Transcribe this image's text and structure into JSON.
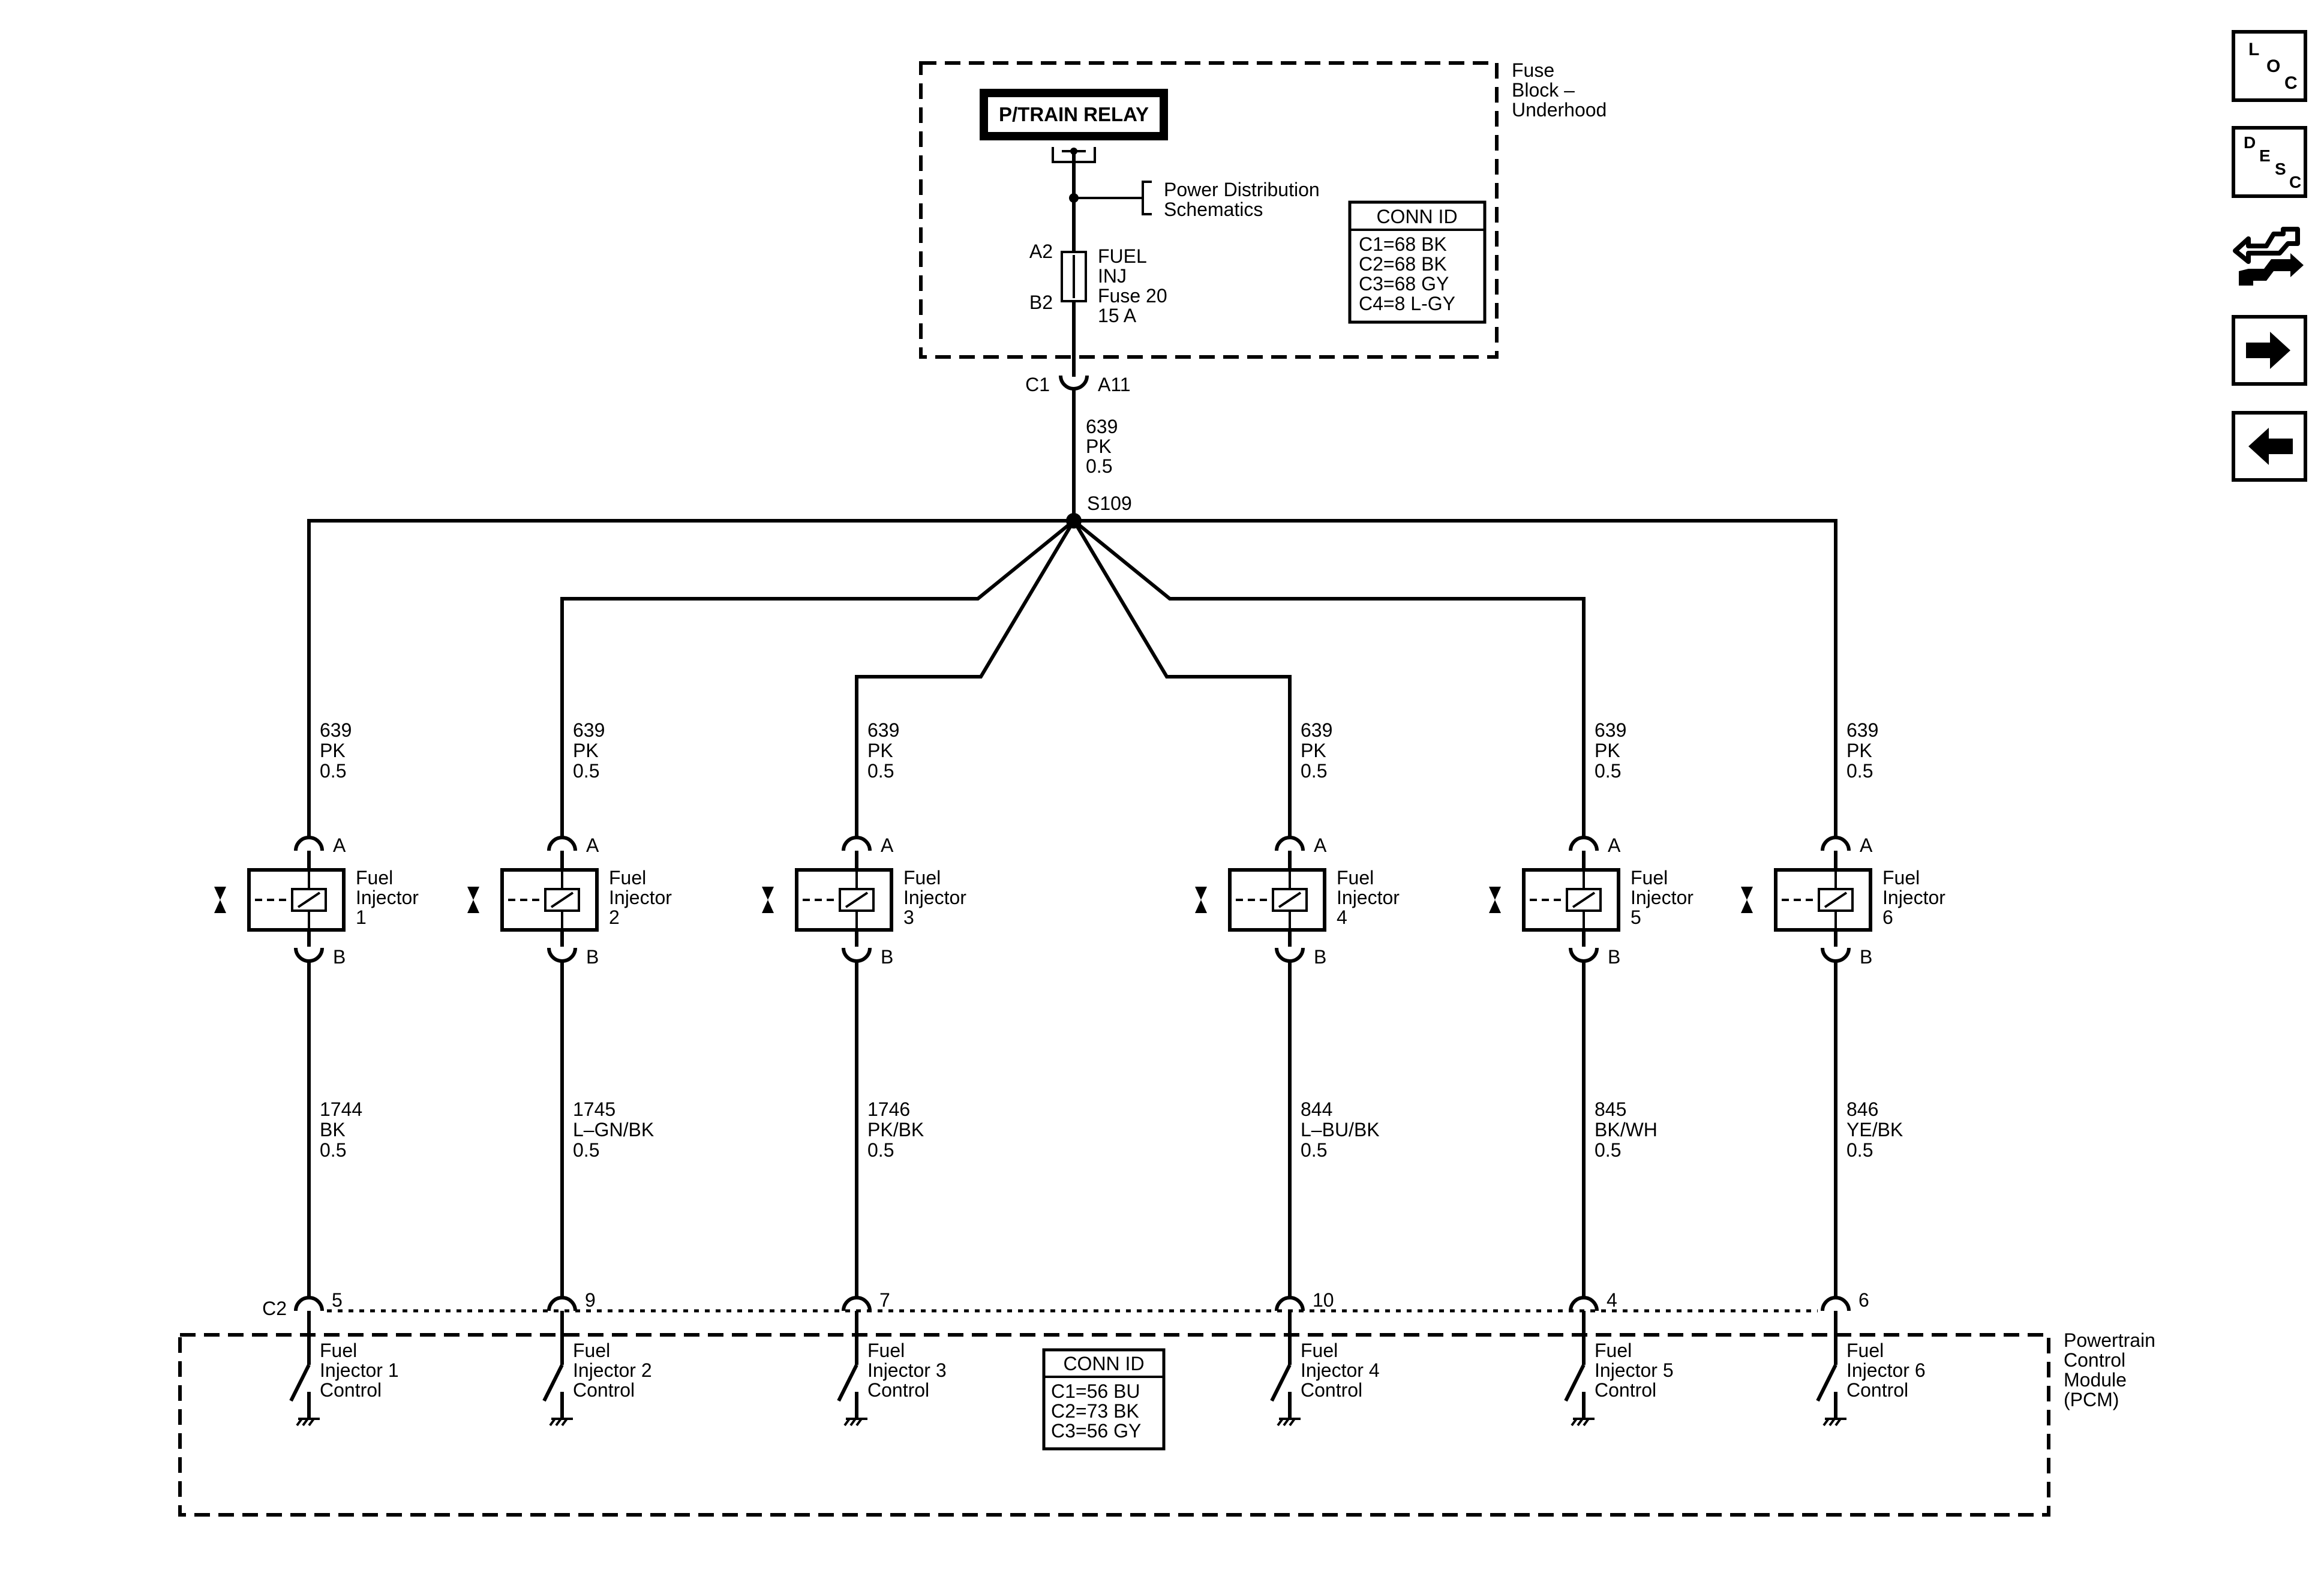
{
  "fuse_block": {
    "title": [
      "Fuse",
      "Block –",
      "Underhood"
    ],
    "relay": "P/TRAIN RELAY",
    "power_dist": [
      "Power Distribution",
      "Schematics"
    ],
    "fuse_pin_top": "A2",
    "fuse_pin_bottom": "B2",
    "fuse_label": [
      "FUEL",
      "INJ",
      "Fuse 20",
      "15 A"
    ],
    "conn_id_title": "CONN ID",
    "conn_id_rows": [
      "C1=68 BK",
      "C2=68 BK",
      "C3=68 GY",
      "C4=8 L-GY"
    ]
  },
  "feed": {
    "connector": "C1",
    "pin": "A11",
    "wire": [
      "639",
      "PK",
      "0.5"
    ],
    "splice": "S109"
  },
  "injectors": [
    {
      "name": [
        "Fuel",
        "Injector",
        "1"
      ],
      "feed_wire": [
        "639",
        "PK",
        "0.5"
      ],
      "pin_a": "A",
      "pin_b": "B",
      "ctrl_wire": [
        "1744",
        "BK",
        "0.5"
      ],
      "pcm_pin": "5",
      "control": [
        "Fuel",
        "Injector 1",
        "Control"
      ]
    },
    {
      "name": [
        "Fuel",
        "Injector",
        "2"
      ],
      "feed_wire": [
        "639",
        "PK",
        "0.5"
      ],
      "pin_a": "A",
      "pin_b": "B",
      "ctrl_wire": [
        "1745",
        "L–GN/BK",
        "0.5"
      ],
      "pcm_pin": "9",
      "control": [
        "Fuel",
        "Injector 2",
        "Control"
      ]
    },
    {
      "name": [
        "Fuel",
        "Injector",
        "3"
      ],
      "feed_wire": [
        "639",
        "PK",
        "0.5"
      ],
      "pin_a": "A",
      "pin_b": "B",
      "ctrl_wire": [
        "1746",
        "PK/BK",
        "0.5"
      ],
      "pcm_pin": "7",
      "control": [
        "Fuel",
        "Injector 3",
        "Control"
      ]
    },
    {
      "name": [
        "Fuel",
        "Injector",
        "4"
      ],
      "feed_wire": [
        "639",
        "PK",
        "0.5"
      ],
      "pin_a": "A",
      "pin_b": "B",
      "ctrl_wire": [
        "844",
        "L–BU/BK",
        "0.5"
      ],
      "pcm_pin": "10",
      "control": [
        "Fuel",
        "Injector 4",
        "Control"
      ]
    },
    {
      "name": [
        "Fuel",
        "Injector",
        "5"
      ],
      "feed_wire": [
        "639",
        "PK",
        "0.5"
      ],
      "pin_a": "A",
      "pin_b": "B",
      "ctrl_wire": [
        "845",
        "BK/WH",
        "0.5"
      ],
      "pcm_pin": "4",
      "control": [
        "Fuel",
        "Injector 5",
        "Control"
      ]
    },
    {
      "name": [
        "Fuel",
        "Injector",
        "6"
      ],
      "feed_wire": [
        "639",
        "PK",
        "0.5"
      ],
      "pin_a": "A",
      "pin_b": "B",
      "ctrl_wire": [
        "846",
        "YE/BK",
        "0.5"
      ],
      "pcm_pin": "6",
      "control": [
        "Fuel",
        "Injector 6",
        "Control"
      ]
    }
  ],
  "pcm": {
    "connector": "C2",
    "title": [
      "Powertrain",
      "Control",
      "Module",
      "(PCM)"
    ],
    "conn_id_title": "CONN ID",
    "conn_id_rows": [
      "C1=56 BU",
      "C2=73 BK",
      "C3=56 GY"
    ]
  },
  "nav": {
    "loc": [
      "L",
      "O",
      "C"
    ],
    "desc": [
      "D",
      "E",
      "S",
      "C"
    ],
    "next_icon": "arrow-right-icon",
    "prev_icon": "arrow-left-icon",
    "tools_icon": "connector-tools-icon"
  }
}
